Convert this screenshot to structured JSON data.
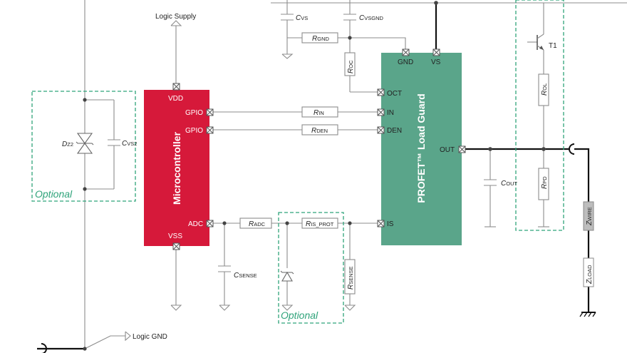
{
  "microcontroller": {
    "name": "Microcontroller",
    "color": "#d6193a",
    "pins": {
      "vdd": "VDD",
      "gpio1": "GPIO",
      "gpio2": "GPIO",
      "adc": "ADC",
      "vss": "VSS"
    }
  },
  "load_guard": {
    "name": "PROFET™ Load Guard",
    "color": "#5aa58a",
    "pins": {
      "gnd": "GND",
      "vs": "VS",
      "oct": "OCT",
      "in": "IN",
      "den": "DEN",
      "out": "OUT",
      "is": "IS"
    }
  },
  "labels": {
    "logic_supply": "Logic Supply",
    "logic_gnd": "Logic GND",
    "optional_left": "Optional",
    "optional_bottom": "Optional"
  },
  "components": {
    "c_vs": "C",
    "c_vs_sub": "VS",
    "c_vsgnd": "C",
    "c_vsgnd_sub": "VSGND",
    "r_gnd": "R",
    "r_gnd_sub": "GND",
    "r_oc": "R",
    "r_oc_sub": "OC",
    "r_in": "R",
    "r_in_sub": "IN",
    "r_den": "R",
    "r_den_sub": "DEN",
    "r_adc": "R",
    "r_adc_sub": "ADC",
    "r_is_prot": "R",
    "r_is_prot_sub": "IS_PROT",
    "r_sense": "R",
    "r_sense_sub": "SENSE",
    "c_sense": "C",
    "c_sense_sub": "SENSE",
    "c_out": "C",
    "c_out_sub": "OUT",
    "r_ol": "R",
    "r_ol_sub": "OL",
    "r_pd": "R",
    "r_pd_sub": "PD",
    "t1": "T1",
    "dz": "D",
    "dz_sub": "Z2",
    "c_vs2": "C",
    "c_vs2_sub": "VS2",
    "z_wire": "Z",
    "z_wire_sub": "WIRE",
    "z_load": "Z",
    "z_load_sub": "LOAD"
  }
}
